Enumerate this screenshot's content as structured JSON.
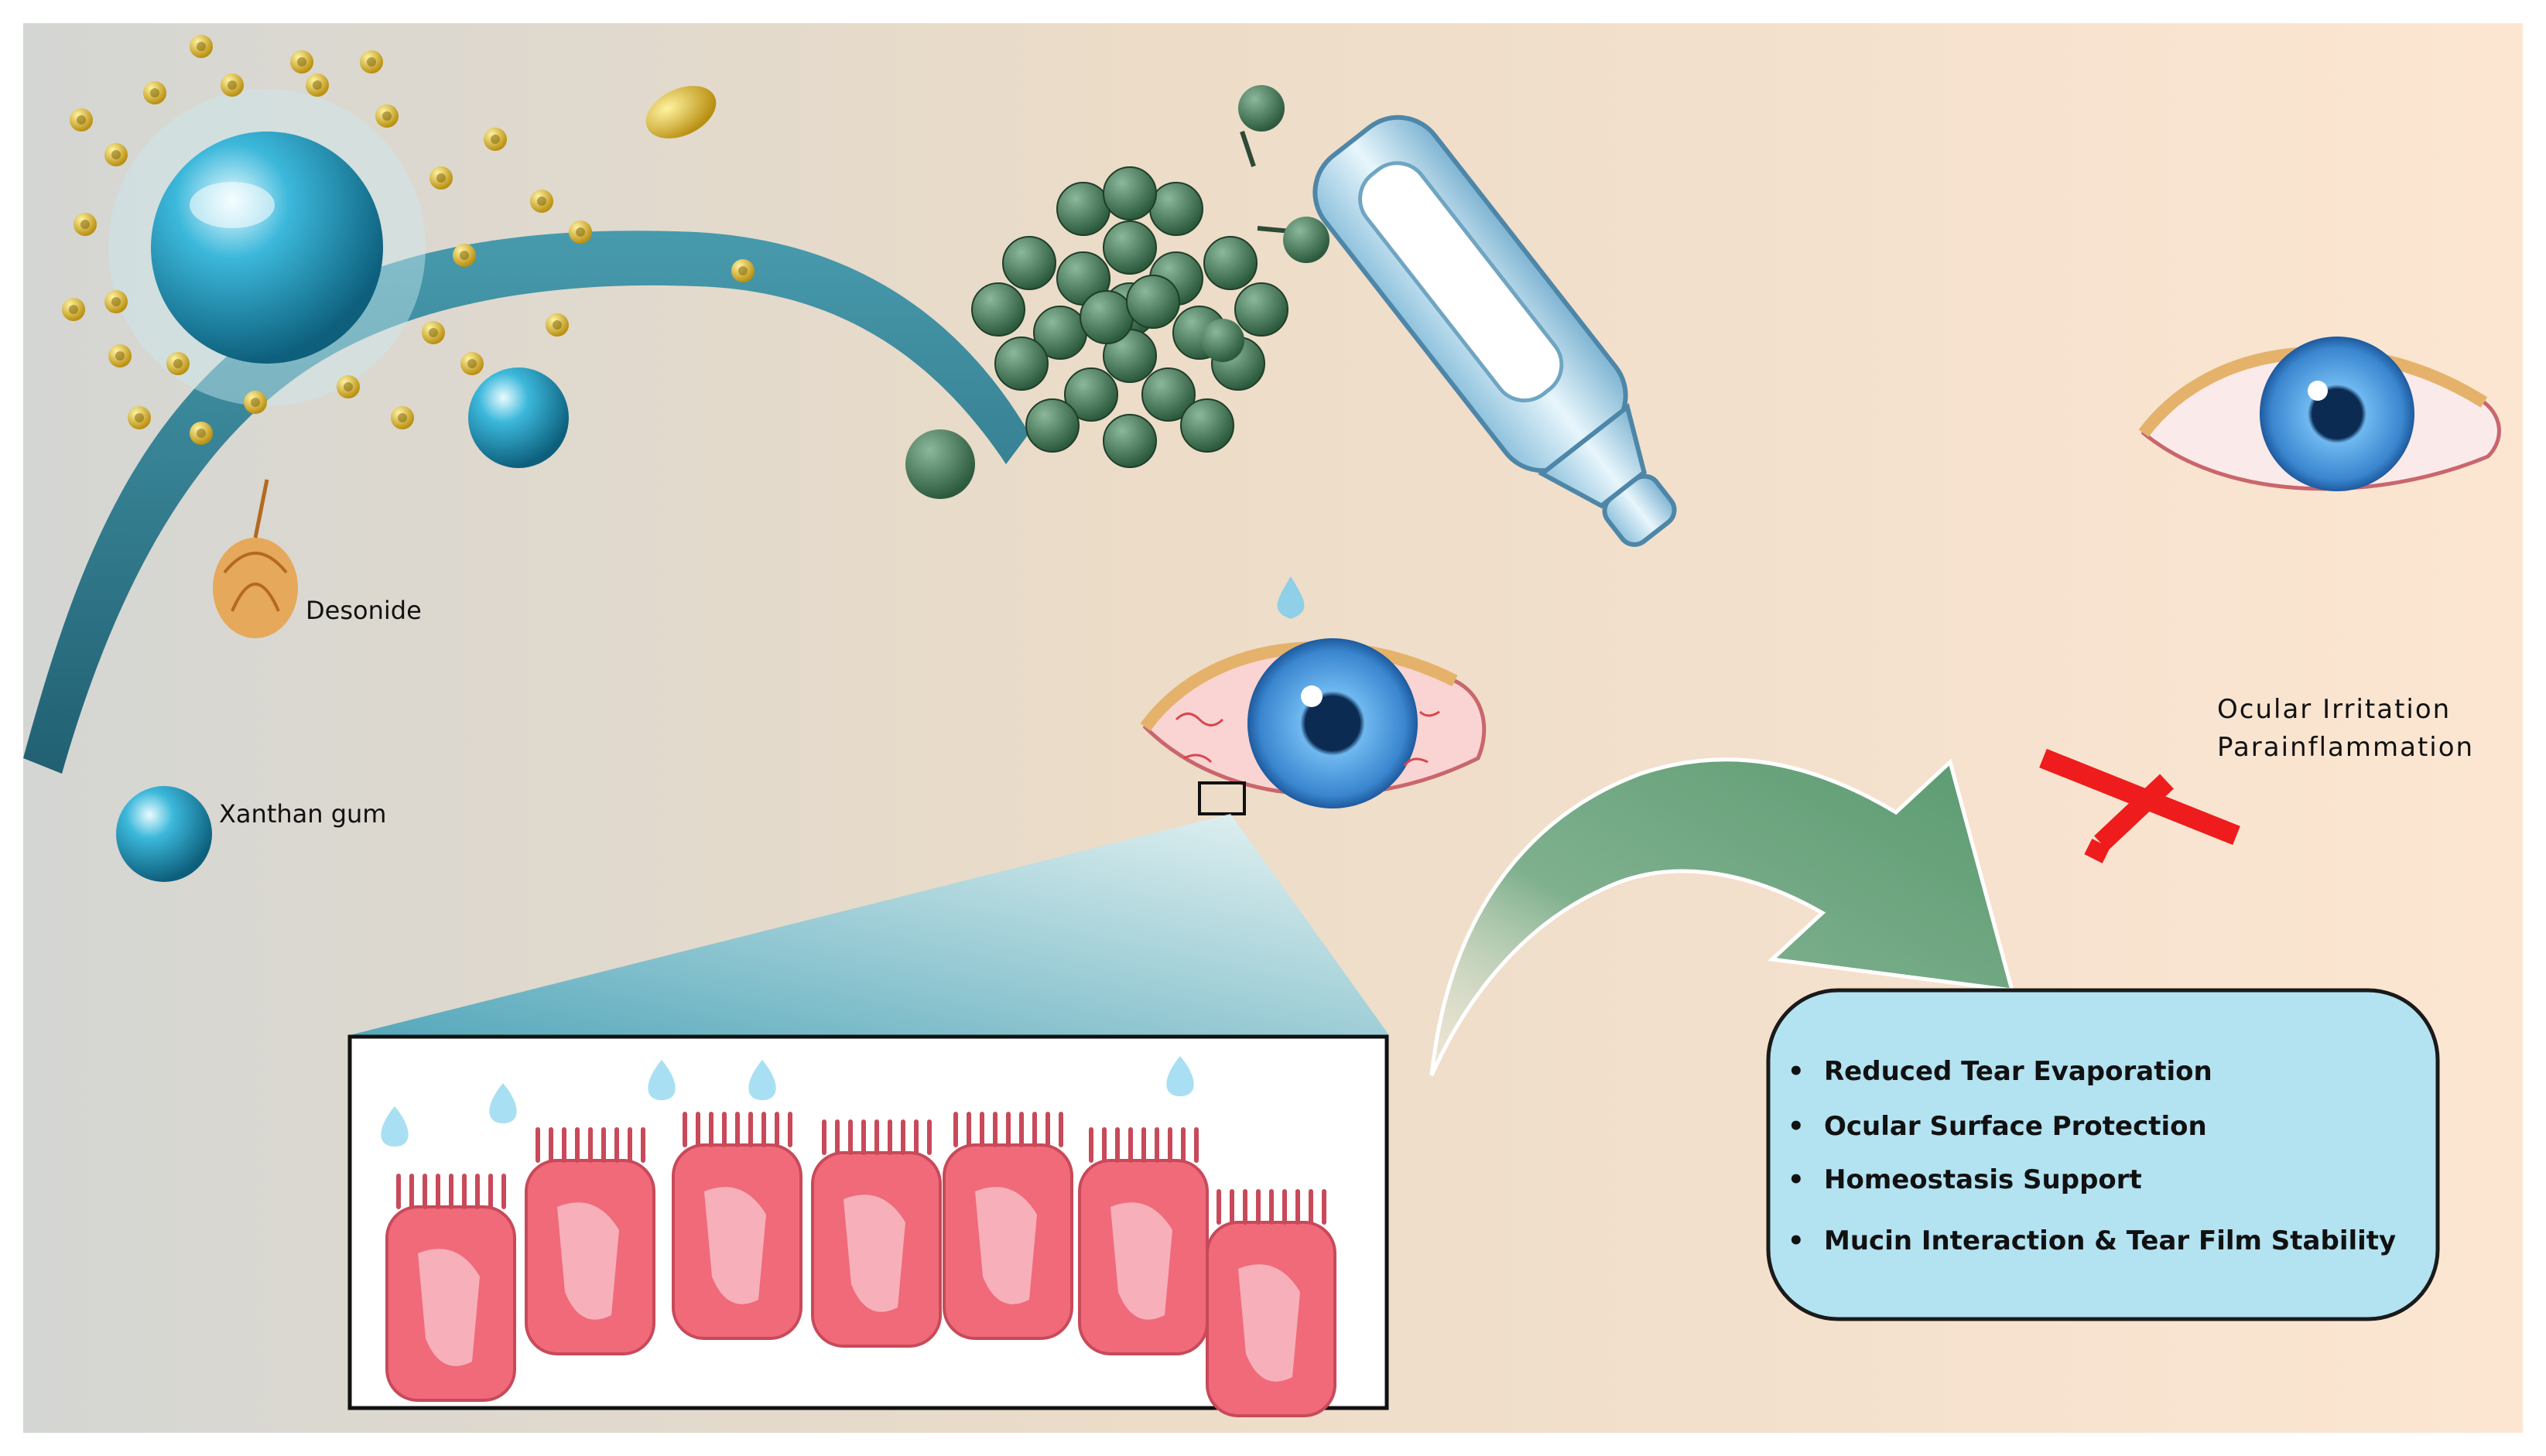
{
  "labels": {
    "desonide": "Desonide",
    "xanthan_gum": "Xanthan gum",
    "irritation_line1": "Ocular Irritation",
    "irritation_line2": "Parainflammation"
  },
  "benefits": [
    "Reduced Tear Evaporation",
    "Ocular Surface Protection",
    "Homeostasis Support",
    "Mucin Interaction & Tear Film Stability"
  ],
  "bullet_glyph": "•",
  "colors": {
    "background_left": "#d8d8d4",
    "background_right": "#fbe6d2",
    "teal_ribbon": "#1f6f86",
    "micelle_blue": "#2aa6c9",
    "green_cluster": "#3f7a52",
    "arrow_green": "#6aa37f",
    "benefit_box_fill": "#b3e2f1",
    "benefit_box_stroke": "#1a1a1a",
    "inhibit_red": "#ee1c1c",
    "cell_pink": "#f06a79",
    "cell_light": "#f7b0b9",
    "iris_blue": "#3f8fd6"
  }
}
